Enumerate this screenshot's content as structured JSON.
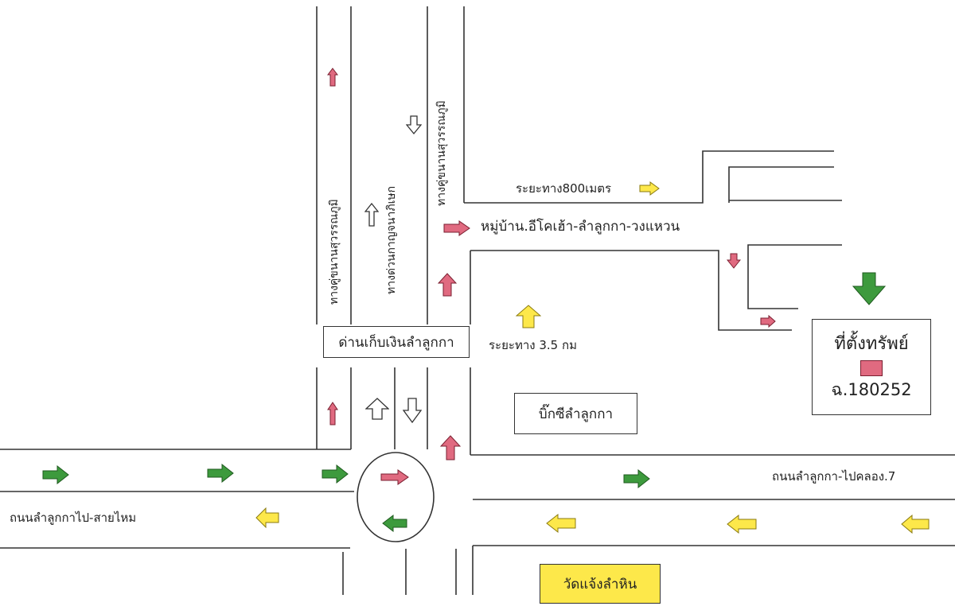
{
  "labels": {
    "vertical_road_left": "ทางคู่ขนานสุวรรณภูมิ",
    "vertical_road_middle": "ทางด่วนกาญจนาภิเษก",
    "vertical_road_right": "ทางคู่ขนานสุวรรณภูมิ",
    "distance_800": "ระยะทาง800เมตร",
    "village": "หมู่บ้าน.อีโคเฮ้า-ลำลูกกา-วงแหวน",
    "toll_gate": "ด่านเก็บเงินลำลูกกา",
    "distance_35": "ระยะทาง   3.5 กม",
    "bigc": "บิ๊กซีลำลูกกา",
    "road_right": "ถนนลำลูกกา-ไปคลอง.7",
    "road_left": "ถนนลำลูกกาไป-สายไหม",
    "temple": "วัดแจ้งลำหิน"
  },
  "property": {
    "title": "ที่ตั้งทรัพย์",
    "id": "ฉ.180252"
  },
  "colors": {
    "green_arrow": "#3d9a3d",
    "red_arrow": "#e06a80",
    "yellow_arrow": "#fde84a",
    "white_arrow": "#ffffff",
    "property_marker": "#e06a80",
    "temple_box": "#fde84a"
  },
  "icons": [
    "arrow-right-icon",
    "arrow-left-icon",
    "arrow-up-icon",
    "arrow-down-icon"
  ]
}
